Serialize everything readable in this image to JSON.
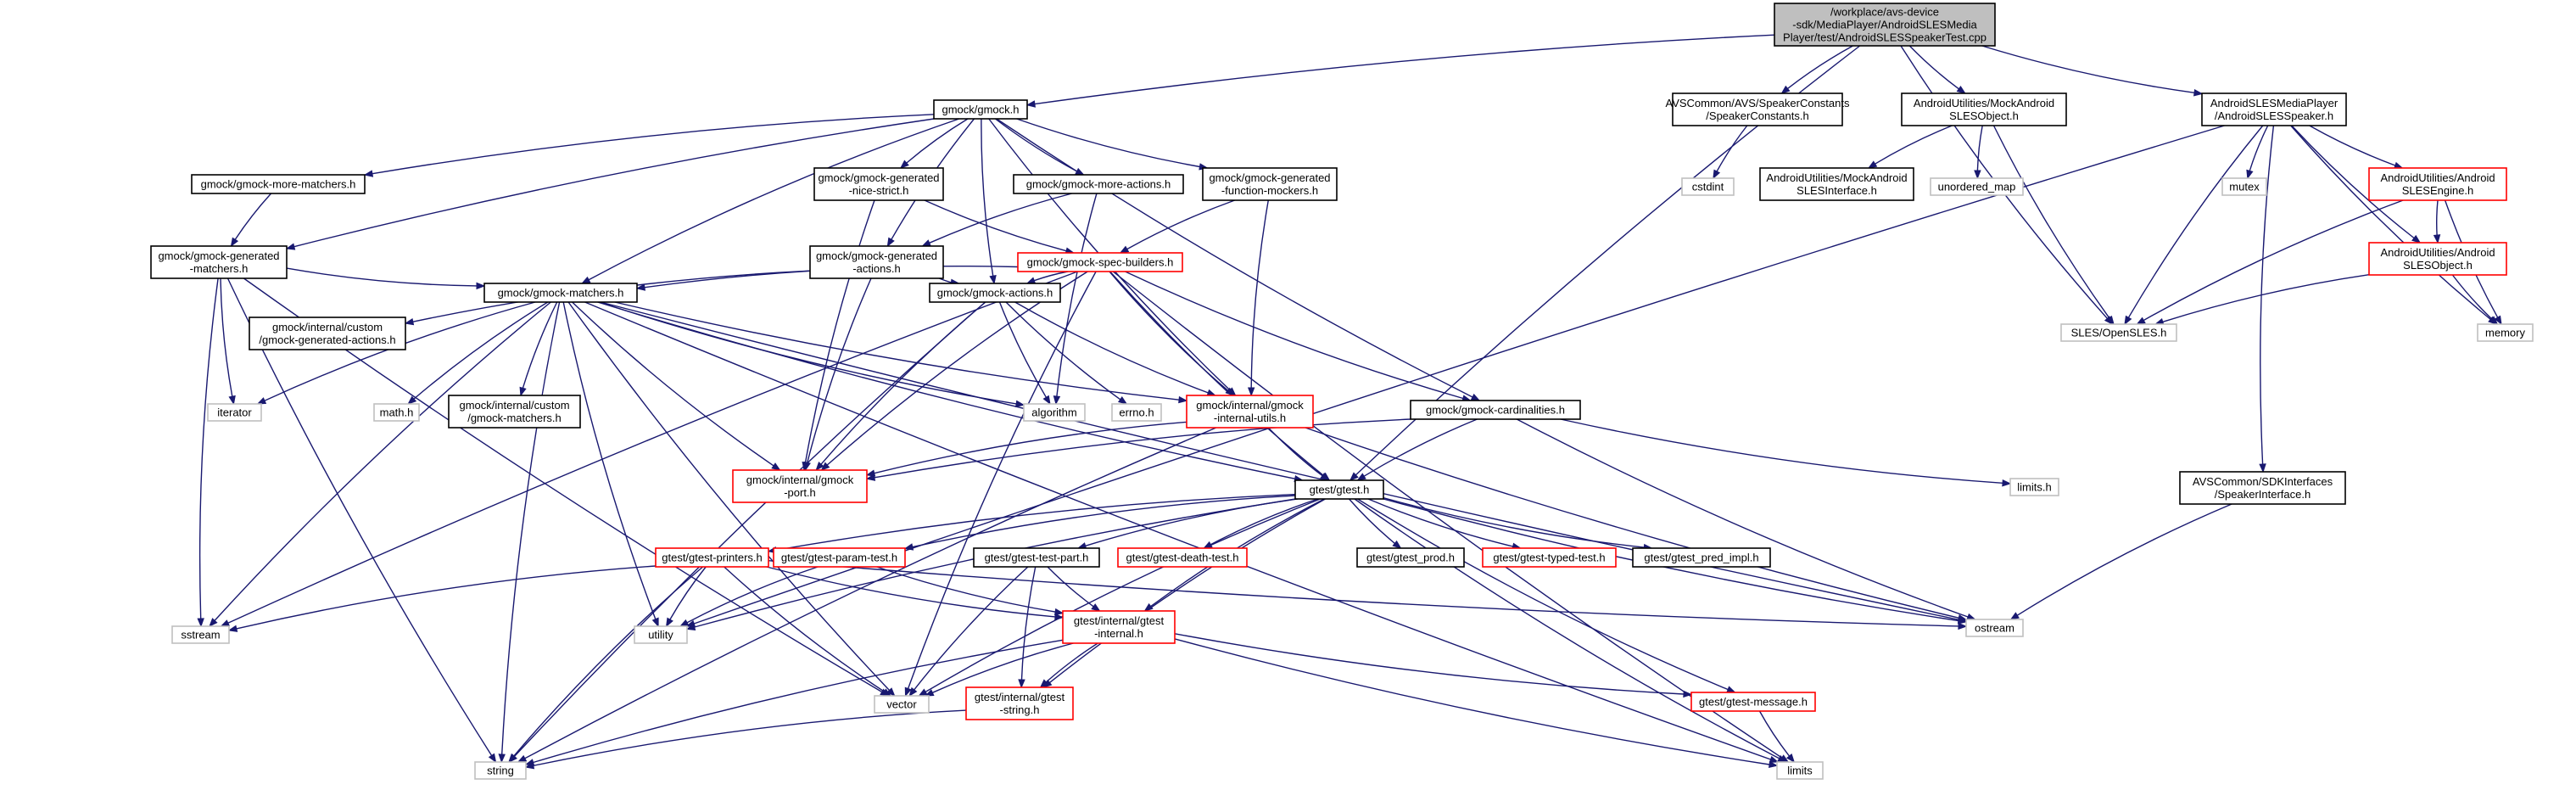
{
  "colors": {
    "edge": "#191970",
    "box_normal": "#000000",
    "box_truncated": "#ff0000",
    "box_system": "#bfbfbf",
    "root_fill": "#bfbfbf"
  },
  "nodes": [
    {
      "id": "root",
      "kind": "root",
      "lines": [
        "/workplace/avs-device",
        "-sdk/MediaPlayer/AndroidSLESMedia",
        "Player/test/AndroidSLESSpeakerTest.cpp"
      ]
    },
    {
      "id": "gmock_h",
      "kind": "normal",
      "lines": [
        "gmock/gmock.h"
      ]
    },
    {
      "id": "speaker_constants",
      "kind": "normal",
      "lines": [
        "AVSCommon/AVS/SpeakerConstants",
        "/SpeakerConstants.h"
      ]
    },
    {
      "id": "mock_sles_object",
      "kind": "normal",
      "lines": [
        "AndroidUtilities/MockAndroid",
        "SLESObject.h"
      ]
    },
    {
      "id": "sles_speaker_h",
      "kind": "normal",
      "lines": [
        "AndroidSLESMediaPlayer",
        "/AndroidSLESSpeaker.h"
      ]
    },
    {
      "id": "more_matchers",
      "kind": "normal",
      "lines": [
        "gmock/gmock-more-matchers.h"
      ]
    },
    {
      "id": "gen_nice_strict",
      "kind": "normal",
      "lines": [
        "gmock/gmock-generated",
        "-nice-strict.h"
      ]
    },
    {
      "id": "more_actions",
      "kind": "normal",
      "lines": [
        "gmock/gmock-more-actions.h"
      ]
    },
    {
      "id": "gen_function_mockers",
      "kind": "normal",
      "lines": [
        "gmock/gmock-generated",
        "-function-mockers.h"
      ]
    },
    {
      "id": "cstdint",
      "kind": "system",
      "lines": [
        "cstdint"
      ]
    },
    {
      "id": "mock_sles_interface",
      "kind": "normal",
      "lines": [
        "AndroidUtilities/MockAndroid",
        "SLESInterface.h"
      ]
    },
    {
      "id": "unordered_map",
      "kind": "system",
      "lines": [
        "unordered_map"
      ]
    },
    {
      "id": "mutex",
      "kind": "system",
      "lines": [
        "mutex"
      ]
    },
    {
      "id": "sles_engine",
      "kind": "truncated",
      "lines": [
        "AndroidUtilities/Android",
        "SLESEngine.h"
      ]
    },
    {
      "id": "gen_matchers",
      "kind": "normal",
      "lines": [
        "gmock/gmock-generated",
        "-matchers.h"
      ]
    },
    {
      "id": "gen_actions",
      "kind": "normal",
      "lines": [
        "gmock/gmock-generated",
        "-actions.h"
      ]
    },
    {
      "id": "spec_builders",
      "kind": "truncated",
      "lines": [
        "gmock/gmock-spec-builders.h"
      ]
    },
    {
      "id": "sles_object",
      "kind": "truncated",
      "lines": [
        "AndroidUtilities/Android",
        "SLESObject.h"
      ]
    },
    {
      "id": "custom_gen_actions",
      "kind": "normal",
      "lines": [
        "gmock/internal/custom",
        "/gmock-generated-actions.h"
      ]
    },
    {
      "id": "opensles",
      "kind": "system",
      "lines": [
        "SLES/OpenSLES.h"
      ]
    },
    {
      "id": "memory",
      "kind": "system",
      "lines": [
        "memory"
      ]
    },
    {
      "id": "gmock_matchers",
      "kind": "normal",
      "lines": [
        "gmock/gmock-matchers.h"
      ]
    },
    {
      "id": "gmock_actions",
      "kind": "normal",
      "lines": [
        "gmock/gmock-actions.h"
      ]
    },
    {
      "id": "iterator",
      "kind": "system",
      "lines": [
        "iterator"
      ]
    },
    {
      "id": "math_h",
      "kind": "system",
      "lines": [
        "math.h"
      ]
    },
    {
      "id": "custom_matchers",
      "kind": "normal",
      "lines": [
        "gmock/internal/custom",
        "/gmock-matchers.h"
      ]
    },
    {
      "id": "algorithm",
      "kind": "system",
      "lines": [
        "algorithm"
      ]
    },
    {
      "id": "errno_h",
      "kind": "system",
      "lines": [
        "errno.h"
      ]
    },
    {
      "id": "internal_utils",
      "kind": "truncated",
      "lines": [
        "gmock/internal/gmock",
        "-internal-utils.h"
      ]
    },
    {
      "id": "cardinalities",
      "kind": "normal",
      "lines": [
        "gmock/gmock-cardinalities.h"
      ]
    },
    {
      "id": "internal_port",
      "kind": "truncated",
      "lines": [
        "gmock/internal/gmock",
        "-port.h"
      ]
    },
    {
      "id": "gtest_h",
      "kind": "normal",
      "lines": [
        "gtest/gtest.h"
      ]
    },
    {
      "id": "limits_h",
      "kind": "system",
      "lines": [
        "limits.h"
      ]
    },
    {
      "id": "speaker_interface",
      "kind": "normal",
      "lines": [
        "AVSCommon/SDKInterfaces",
        "/SpeakerInterface.h"
      ]
    },
    {
      "id": "gtest_printers",
      "kind": "truncated",
      "lines": [
        "gtest/gtest-printers.h"
      ]
    },
    {
      "id": "gtest_param_test",
      "kind": "truncated",
      "lines": [
        "gtest/gtest-param-test.h"
      ]
    },
    {
      "id": "gtest_test_part",
      "kind": "normal",
      "lines": [
        "gtest/gtest-test-part.h"
      ]
    },
    {
      "id": "gtest_death_test",
      "kind": "truncated",
      "lines": [
        "gtest/gtest-death-test.h"
      ]
    },
    {
      "id": "gtest_prod",
      "kind": "normal",
      "lines": [
        "gtest/gtest_prod.h"
      ]
    },
    {
      "id": "gtest_typed_test",
      "kind": "truncated",
      "lines": [
        "gtest/gtest-typed-test.h"
      ]
    },
    {
      "id": "gtest_pred_impl",
      "kind": "normal",
      "lines": [
        "gtest/gtest_pred_impl.h"
      ]
    },
    {
      "id": "sstream",
      "kind": "system",
      "lines": [
        "sstream"
      ]
    },
    {
      "id": "utility",
      "kind": "system",
      "lines": [
        "utility"
      ]
    },
    {
      "id": "gtest_internal",
      "kind": "truncated",
      "lines": [
        "gtest/internal/gtest",
        "-internal.h"
      ]
    },
    {
      "id": "ostream",
      "kind": "system",
      "lines": [
        "ostream"
      ]
    },
    {
      "id": "vector",
      "kind": "system",
      "lines": [
        "vector"
      ]
    },
    {
      "id": "gtest_string",
      "kind": "truncated",
      "lines": [
        "gtest/internal/gtest",
        "-string.h"
      ]
    },
    {
      "id": "gtest_message",
      "kind": "truncated",
      "lines": [
        "gtest/gtest-message.h"
      ]
    },
    {
      "id": "string",
      "kind": "system",
      "lines": [
        "string"
      ]
    },
    {
      "id": "limits",
      "kind": "system",
      "lines": [
        "limits"
      ]
    }
  ],
  "edges": [
    [
      "root",
      "gmock_h"
    ],
    [
      "root",
      "speaker_constants"
    ],
    [
      "root",
      "mock_sles_object"
    ],
    [
      "root",
      "sles_speaker_h"
    ],
    [
      "root",
      "gtest_h"
    ],
    [
      "root",
      "opensles"
    ],
    [
      "gmock_h",
      "more_matchers"
    ],
    [
      "gmock_h",
      "gen_nice_strict"
    ],
    [
      "gmock_h",
      "more_actions"
    ],
    [
      "gmock_h",
      "gen_function_mockers"
    ],
    [
      "gmock_h",
      "gen_matchers"
    ],
    [
      "gmock_h",
      "gen_actions"
    ],
    [
      "gmock_h",
      "gmock_matchers"
    ],
    [
      "gmock_h",
      "gmock_actions"
    ],
    [
      "gmock_h",
      "internal_utils"
    ],
    [
      "gmock_h",
      "cardinalities"
    ],
    [
      "speaker_constants",
      "cstdint"
    ],
    [
      "mock_sles_object",
      "mock_sles_interface"
    ],
    [
      "mock_sles_object",
      "unordered_map"
    ],
    [
      "mock_sles_object",
      "opensles"
    ],
    [
      "sles_speaker_h",
      "mutex"
    ],
    [
      "sles_speaker_h",
      "sles_engine"
    ],
    [
      "sles_speaker_h",
      "sles_object"
    ],
    [
      "sles_speaker_h",
      "opensles"
    ],
    [
      "sles_speaker_h",
      "memory"
    ],
    [
      "sles_speaker_h",
      "speaker_interface"
    ],
    [
      "sles_speaker_h",
      "utility"
    ],
    [
      "more_matchers",
      "gen_matchers"
    ],
    [
      "gen_nice_strict",
      "spec_builders"
    ],
    [
      "gen_nice_strict",
      "internal_port"
    ],
    [
      "more_actions",
      "gen_actions"
    ],
    [
      "more_actions",
      "algorithm"
    ],
    [
      "gen_function_mockers",
      "spec_builders"
    ],
    [
      "gen_function_mockers",
      "internal_utils"
    ],
    [
      "sles_engine",
      "sles_object"
    ],
    [
      "sles_engine",
      "opensles"
    ],
    [
      "sles_engine",
      "memory"
    ],
    [
      "gen_matchers",
      "gmock_matchers"
    ],
    [
      "gen_matchers",
      "iterator"
    ],
    [
      "gen_matchers",
      "sstream"
    ],
    [
      "gen_matchers",
      "string"
    ],
    [
      "gen_matchers",
      "vector"
    ],
    [
      "gen_actions",
      "gmock_actions"
    ],
    [
      "gen_actions",
      "custom_gen_actions"
    ],
    [
      "gen_actions",
      "internal_port"
    ],
    [
      "spec_builders",
      "gmock_matchers"
    ],
    [
      "spec_builders",
      "gmock_actions"
    ],
    [
      "spec_builders",
      "cardinalities"
    ],
    [
      "spec_builders",
      "internal_utils"
    ],
    [
      "spec_builders",
      "internal_port"
    ],
    [
      "spec_builders",
      "gtest_h"
    ],
    [
      "spec_builders",
      "sstream"
    ],
    [
      "spec_builders",
      "vector"
    ],
    [
      "spec_builders",
      "limits"
    ],
    [
      "sles_object",
      "opensles"
    ],
    [
      "sles_object",
      "memory"
    ],
    [
      "gmock_matchers",
      "iterator"
    ],
    [
      "gmock_matchers",
      "math_h"
    ],
    [
      "gmock_matchers",
      "custom_matchers"
    ],
    [
      "gmock_matchers",
      "algorithm"
    ],
    [
      "gmock_matchers",
      "internal_utils"
    ],
    [
      "gmock_matchers",
      "internal_port"
    ],
    [
      "gmock_matchers",
      "gtest_h"
    ],
    [
      "gmock_matchers",
      "sstream"
    ],
    [
      "gmock_matchers",
      "string"
    ],
    [
      "gmock_matchers",
      "utility"
    ],
    [
      "gmock_matchers",
      "vector"
    ],
    [
      "gmock_matchers",
      "ostream"
    ],
    [
      "gmock_matchers",
      "limits"
    ],
    [
      "gmock_actions",
      "algorithm"
    ],
    [
      "gmock_actions",
      "errno_h"
    ],
    [
      "gmock_actions",
      "internal_utils"
    ],
    [
      "gmock_actions",
      "internal_port"
    ],
    [
      "gmock_actions",
      "string"
    ],
    [
      "internal_utils",
      "gtest_h"
    ],
    [
      "internal_utils",
      "internal_port"
    ],
    [
      "internal_utils",
      "ostream"
    ],
    [
      "internal_utils",
      "string"
    ],
    [
      "cardinalities",
      "gtest_h"
    ],
    [
      "cardinalities",
      "internal_port"
    ],
    [
      "cardinalities",
      "limits_h"
    ],
    [
      "cardinalities",
      "ostream"
    ],
    [
      "gtest_h",
      "gtest_printers"
    ],
    [
      "gtest_h",
      "gtest_param_test"
    ],
    [
      "gtest_h",
      "gtest_test_part"
    ],
    [
      "gtest_h",
      "gtest_death_test"
    ],
    [
      "gtest_h",
      "gtest_prod"
    ],
    [
      "gtest_h",
      "gtest_typed_test"
    ],
    [
      "gtest_h",
      "gtest_pred_impl"
    ],
    [
      "gtest_h",
      "gtest_internal"
    ],
    [
      "gtest_h",
      "gtest_string"
    ],
    [
      "gtest_h",
      "gtest_message"
    ],
    [
      "gtest_h",
      "ostream"
    ],
    [
      "gtest_h",
      "vector"
    ],
    [
      "gtest_h",
      "limits"
    ],
    [
      "gtest_h",
      "utility"
    ],
    [
      "speaker_interface",
      "ostream"
    ],
    [
      "gtest_printers",
      "sstream"
    ],
    [
      "gtest_printers",
      "utility"
    ],
    [
      "gtest_printers",
      "gtest_internal"
    ],
    [
      "gtest_printers",
      "ostream"
    ],
    [
      "gtest_printers",
      "string"
    ],
    [
      "gtest_printers",
      "vector"
    ],
    [
      "gtest_param_test",
      "gtest_internal"
    ],
    [
      "gtest_param_test",
      "utility"
    ],
    [
      "gtest_test_part",
      "gtest_internal"
    ],
    [
      "gtest_test_part",
      "gtest_string"
    ],
    [
      "gtest_test_part",
      "vector"
    ],
    [
      "gtest_internal",
      "gtest_string"
    ],
    [
      "gtest_internal",
      "gtest_message"
    ],
    [
      "gtest_internal",
      "vector"
    ],
    [
      "gtest_internal",
      "string"
    ],
    [
      "gtest_internal",
      "limits"
    ],
    [
      "gtest_string",
      "string"
    ],
    [
      "gtest_message",
      "limits"
    ]
  ]
}
